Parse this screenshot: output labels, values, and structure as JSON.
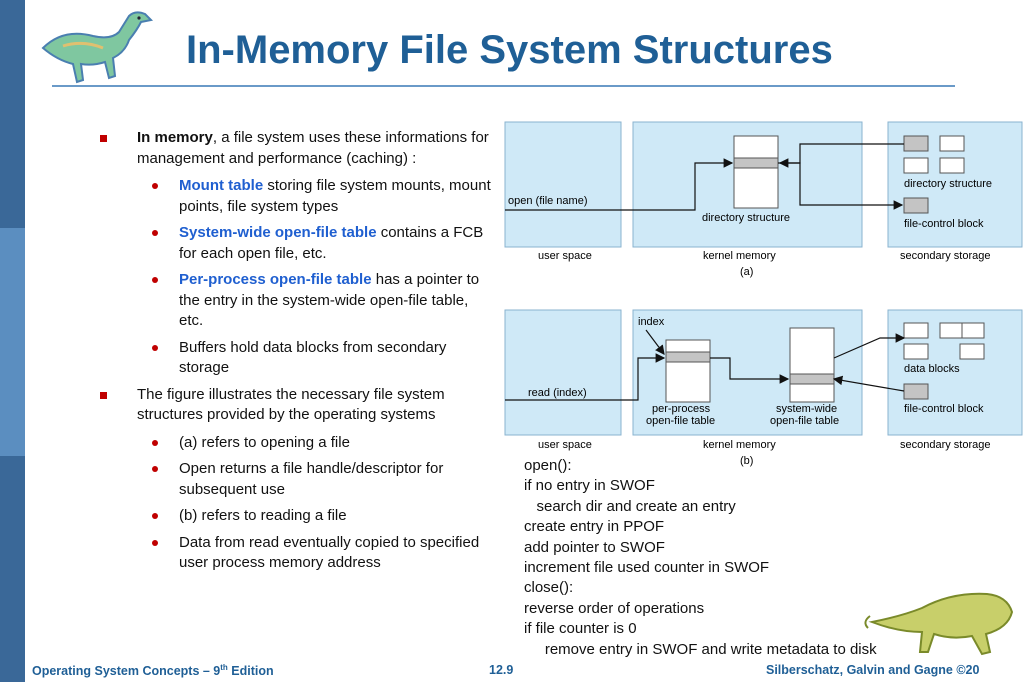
{
  "title": "In-Memory File System Structures",
  "bullets": {
    "b1_bold": "In memory",
    "b1_rest": ", a file system uses these informations for management and performance (caching) :",
    "b1_sub1_hl": "Mount table",
    "b1_sub1_rest": " storing file system mounts, mount points, file system types",
    "b1_sub2_hl": "System-wide open-file table",
    "b1_sub2_rest": " contains a FCB for each open file, etc.",
    "b1_sub3_hl": "Per-process open-file table",
    "b1_sub3_rest": " has a pointer to the entry in the system-wide open-file table, etc.",
    "b1_sub4": "Buffers hold data blocks from secondary storage",
    "b2": "The figure illustrates the necessary file system structures provided by the operating systems",
    "b2_sub1": "(a) refers to opening a file",
    "b2_sub2": "Open returns a file handle/descriptor for subsequent use",
    "b2_sub3": "(b) refers to reading a file",
    "b2_sub4": "Data from read eventually copied to specified user process memory address"
  },
  "figure_a": {
    "open_label": "open (file name)",
    "dir_label": "directory structure",
    "dir_label_storage": "directory structure",
    "fcb_label": "file-control block",
    "user_space": "user space",
    "kernel_memory": "kernel memory",
    "secondary_storage": "secondary storage",
    "caption": "(a)"
  },
  "figure_b": {
    "index_label": "index",
    "read_label": "read (index)",
    "per_process": "per-process",
    "per_process2": "open-file table",
    "system_wide": "system-wide",
    "system_wide2": "open-file table",
    "data_blocks": "data blocks",
    "fcb_label": "file-control block",
    "user_space": "user space",
    "kernel_memory": "kernel memory",
    "secondary_storage": "secondary storage",
    "caption": "(b)"
  },
  "code_lines": {
    "l1": "open():",
    "l2": "if no entry in SWOF",
    "l3": "   search dir and create an entry",
    "l4": "create entry in PPOF",
    "l5": "add pointer to SWOF",
    "l6": "increment file used counter in SWOF",
    "l7": "close():",
    "l8": "reverse order of operations",
    "l9": "if file counter is 0",
    "l10": "     remove entry in SWOF and write metadata to disk"
  },
  "footer": {
    "left_pre": "Operating System Concepts  – 9",
    "left_sup": "th",
    "left_post": " Edition",
    "center": "12.9",
    "right": "Silberschatz, Galvin and Gagne ©20"
  },
  "colors": {
    "title": "#1f5f96",
    "bullet": "#c00000",
    "highlight": "#1f5fd0",
    "panel": "#cfe9f7",
    "bar": "#3a6898"
  }
}
